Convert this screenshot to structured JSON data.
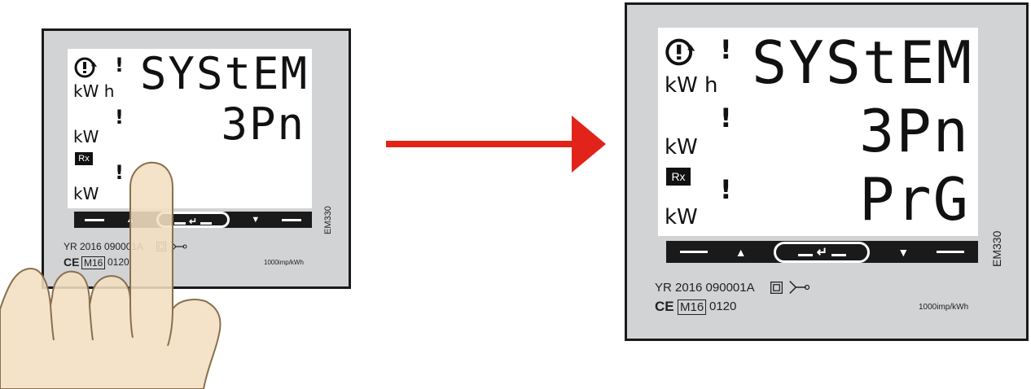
{
  "before": {
    "display": {
      "line1": "SYStEM",
      "line2": "3Pn",
      "line3": ""
    },
    "unit_kwh": "kW h",
    "unit_kw": "kW",
    "warning": "!",
    "rx_badge": "Rx",
    "keypad": {
      "up": "▲",
      "enter": "↵",
      "down": "▼"
    },
    "model": "EM330",
    "serial": "YR 2016 090001A",
    "ce": "CE",
    "metrology_mark": "M16",
    "metrology_number": "0120",
    "pulse_rate": "1000imp/kWh"
  },
  "after": {
    "display": {
      "line1": "SYStEM",
      "line2": "3Pn",
      "line3": "PrG"
    },
    "unit_kwh": "kW h",
    "unit_kw": "kW",
    "warning": "!",
    "rx_badge": "Rx",
    "keypad": {
      "up": "▲",
      "enter": "↵",
      "down": "▼"
    },
    "model": "EM330",
    "serial": "YR 2016 090001A",
    "ce": "CE",
    "metrology_mark": "M16",
    "metrology_number": "0120",
    "pulse_rate": "1000imp/kWh"
  },
  "colors": {
    "arrow": "#e2231a",
    "housing": "#d1d3d4",
    "hand": "#f2dfc2"
  },
  "icons": [
    "power-cycle-icon",
    "transition-arrow-icon",
    "finger-press-hand-icon",
    "double-insulation-icon",
    "pulse-output-icon"
  ]
}
